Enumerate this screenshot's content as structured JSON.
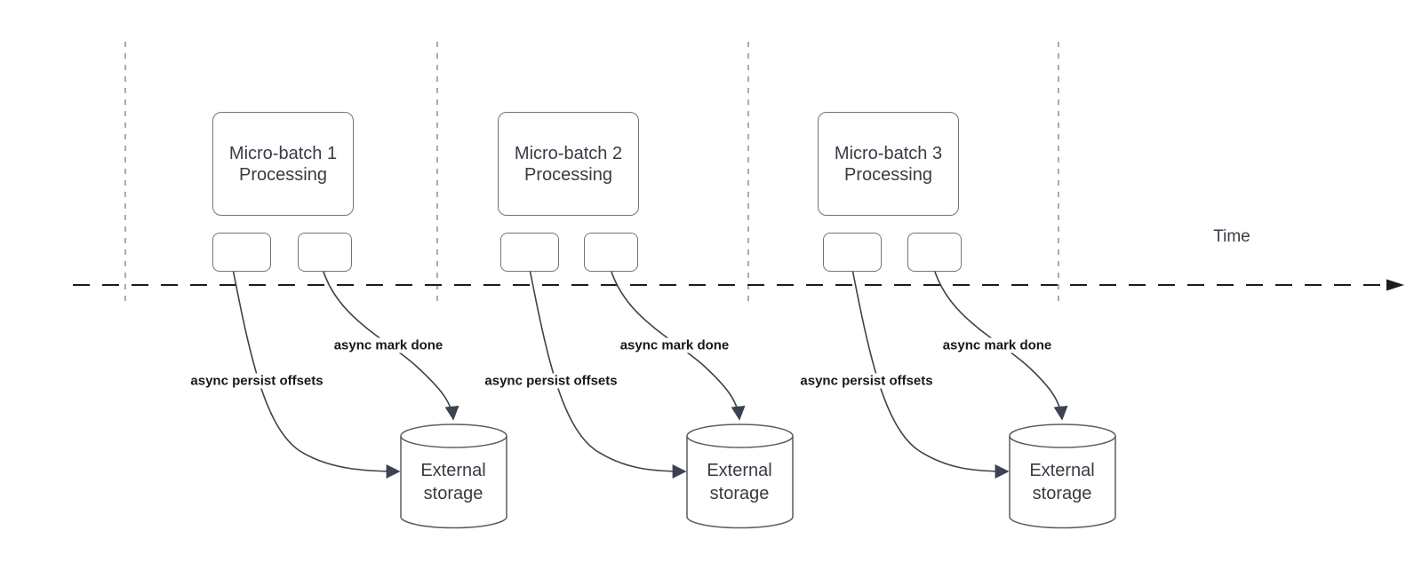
{
  "diagram": {
    "time_axis_label": "Time",
    "batches": [
      {
        "title_line1": "Micro-batch 1",
        "title_line2": "Processing",
        "persist_label": "async persist offsets",
        "mark_label": "async mark done",
        "storage_line1": "External",
        "storage_line2": "storage"
      },
      {
        "title_line1": "Micro-batch 2",
        "title_line2": "Processing",
        "persist_label": "async persist offsets",
        "mark_label": "async mark done",
        "storage_line1": "External",
        "storage_line2": "storage"
      },
      {
        "title_line1": "Micro-batch 3",
        "title_line2": "Processing",
        "persist_label": "async persist offsets",
        "mark_label": "async mark done",
        "storage_line1": "External",
        "storage_line2": "storage"
      }
    ],
    "colors": {
      "background": "#ffffff",
      "box_border": "#707479",
      "box_text": "#383c43",
      "timeline": "#1c1c1c",
      "gridline": "#a2a2a2",
      "arrow": "#3b4250",
      "label_text": "#16181d",
      "cylinder_border": "#585d64"
    }
  }
}
